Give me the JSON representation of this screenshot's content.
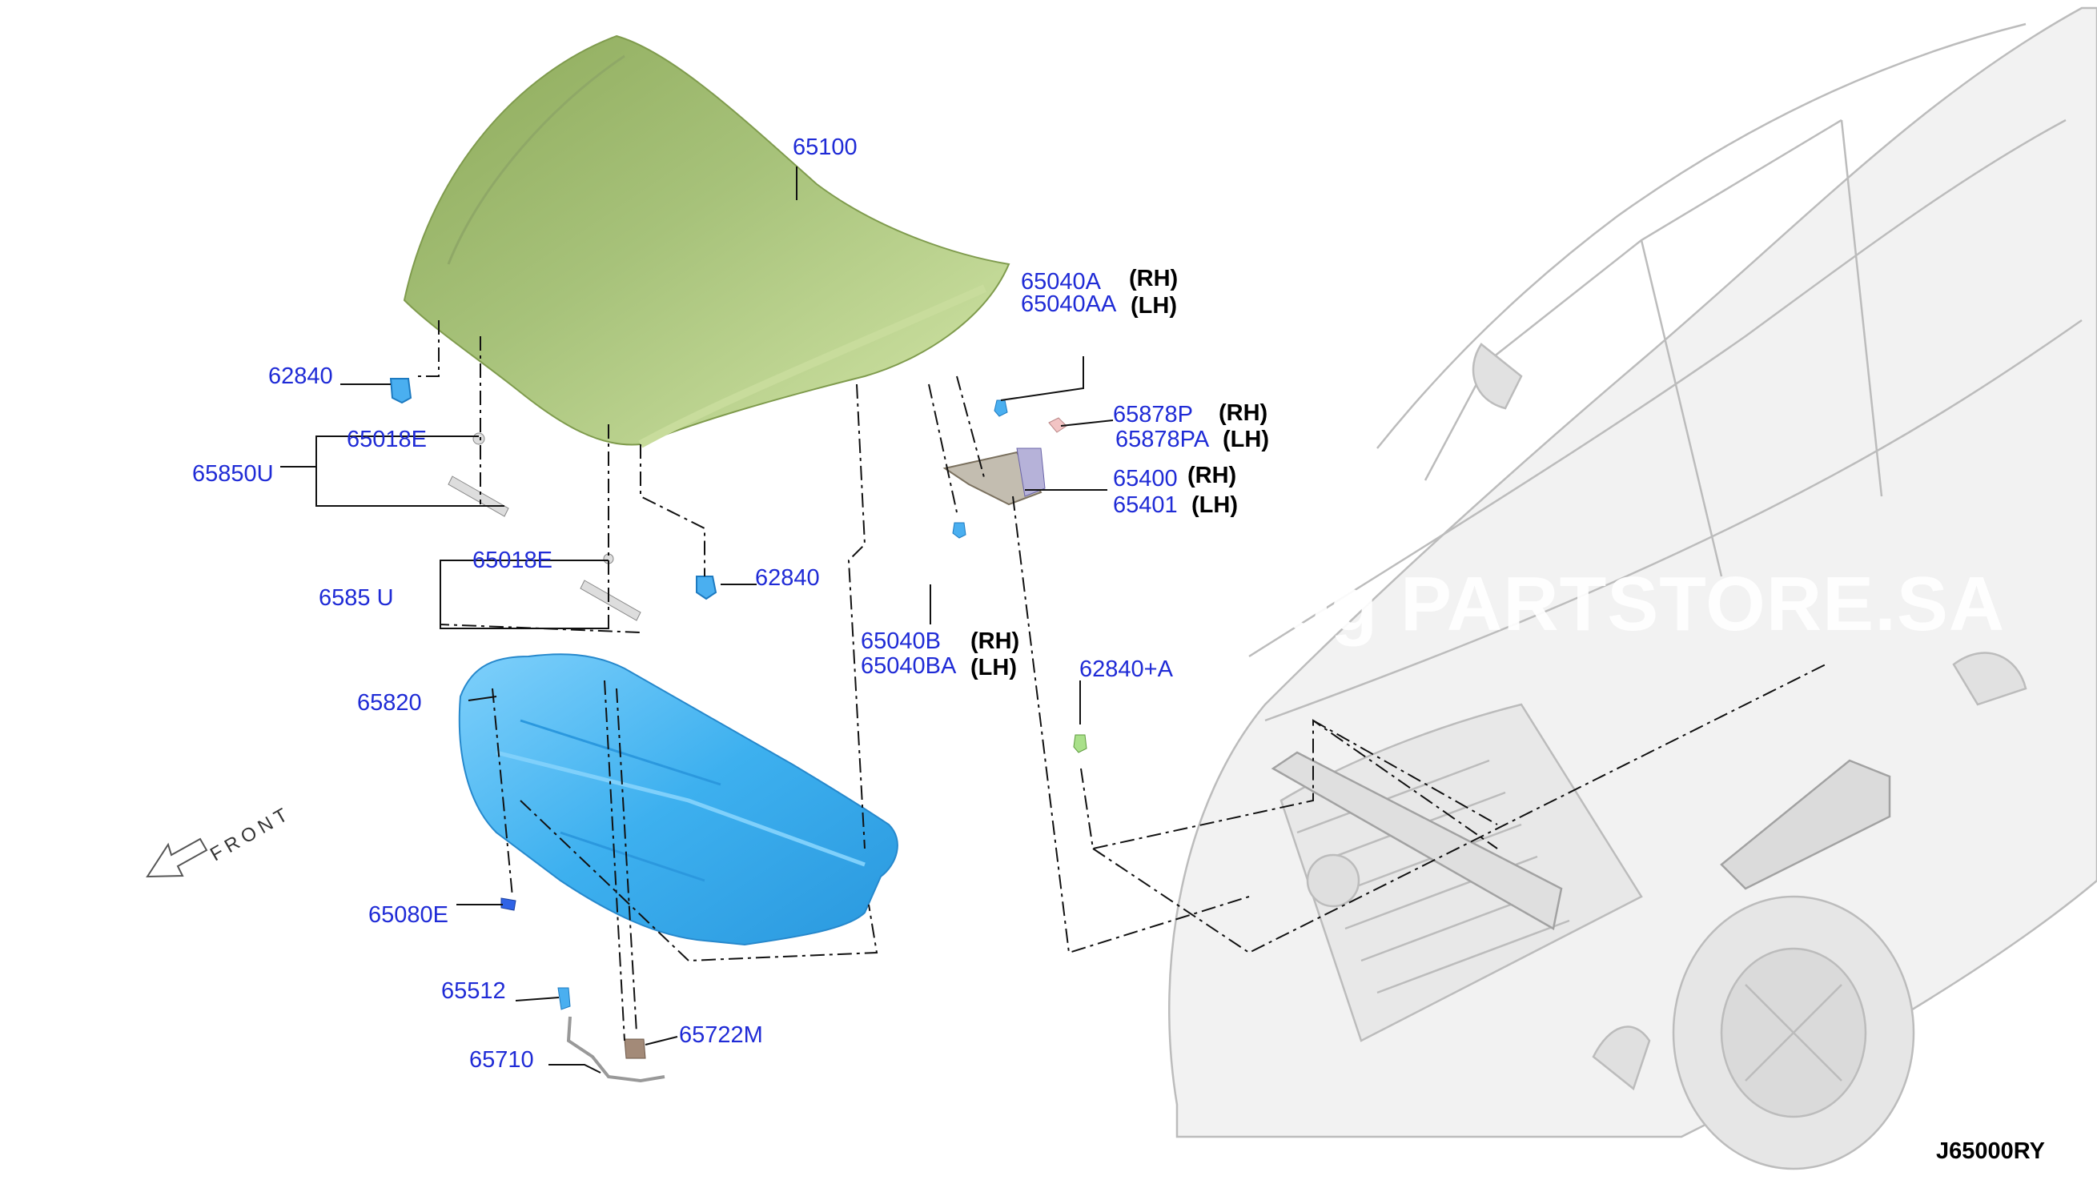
{
  "diagram_code": "J65000RY",
  "watermark": "alog PARTSTORE.SA",
  "front_label": "FRONT",
  "parts": {
    "hood": "65100",
    "hinge_bolt_upper_rh": "65040A",
    "hinge_bolt_upper_lh": "65040AA",
    "seal_rh": "65878P",
    "seal_lh": "65878PA",
    "hinge_rh": "65400",
    "hinge_lh": "65401",
    "hinge_bolt_lower_rh": "65040B",
    "hinge_bolt_lower_lh": "65040BA",
    "bumper_rubber_left": "62840",
    "bumper_rubber_center": "62840",
    "bumper_rubber_a": "62840+A",
    "clip_upper": "65018E",
    "clip_lower": "65018E",
    "molding_upper": "65850U",
    "molding_lower": "6585 U",
    "insulator": "65820",
    "clip_insulator": "65080E",
    "hook": "65512",
    "rod": "65710",
    "rod_holder": "65722M"
  },
  "side_labels": {
    "rh": "(RH)",
    "lh": "(LH)"
  },
  "colors": {
    "label": "#1f2bd6",
    "hood": "#a9c27f",
    "insulator": "#48b6f2",
    "car": "#c9c9c9"
  }
}
